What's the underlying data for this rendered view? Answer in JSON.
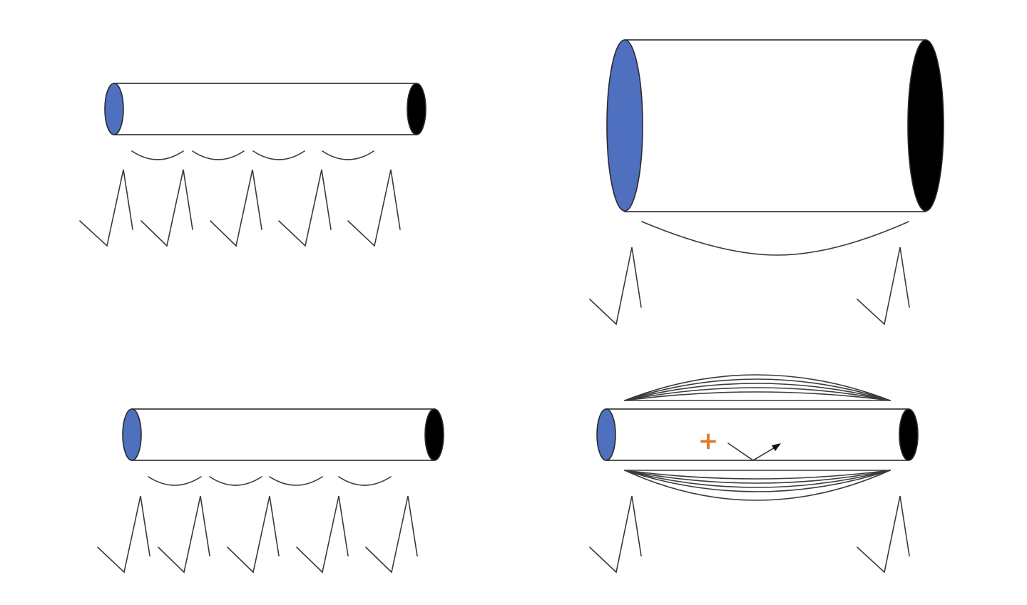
{
  "diagram": {
    "panels": [
      {
        "id": "top-left",
        "description_free": true,
        "action_potentials": 5,
        "saltatory_arcs": 4
      },
      {
        "id": "top-right",
        "action_potentials": 2,
        "saltatory_arcs": 1
      },
      {
        "id": "bottom-left",
        "action_potentials": 5,
        "saltatory_arcs": 4
      },
      {
        "id": "bottom-right",
        "action_potentials": 2,
        "myelin_wraps": true,
        "plus_symbol": "+"
      }
    ],
    "plus_label": "+",
    "colors": {
      "axon_start": "#4f6fbf",
      "axon_end": "#000000",
      "outline": "#2a2a2a",
      "plus": "#e07b2a"
    }
  }
}
